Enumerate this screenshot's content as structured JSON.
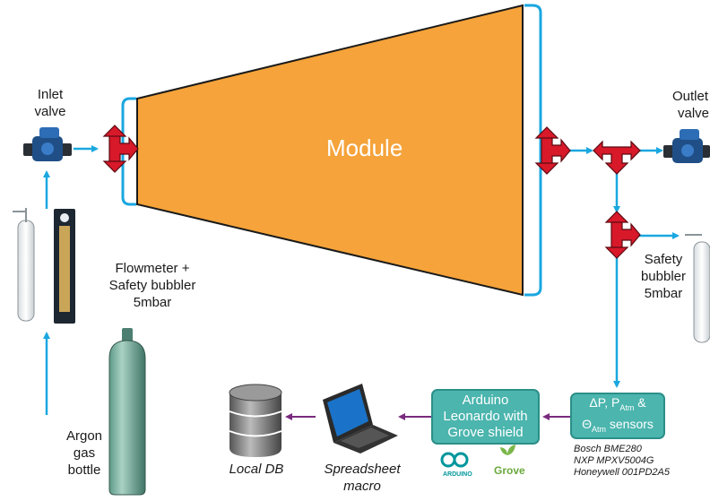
{
  "module": {
    "label": "Module"
  },
  "inlet": {
    "label_line1": "Inlet",
    "label_line2": "valve"
  },
  "outlet": {
    "label_line1": "Outlet",
    "label_line2": "valve"
  },
  "flowmeter": {
    "line1": "Flowmeter +",
    "line2": "Safety bubbler",
    "line3": "5mbar"
  },
  "safety": {
    "line1": "Safety",
    "line2": "bubbler",
    "line3": "5mbar"
  },
  "argon": {
    "line1": "Argon",
    "line2": "gas",
    "line3": "bottle"
  },
  "local_db": {
    "label": "Local DB"
  },
  "spreadsheet": {
    "line1": "Spreadsheet",
    "line2": "macro"
  },
  "arduino_box": {
    "line1": "Arduino",
    "line2": "Leonardo with",
    "line3": "Grove shield"
  },
  "sensors_box": {
    "sym1": "ΔP, P",
    "sub1": "Atm",
    "mid": " &",
    "sym2": "Θ",
    "sub2": "Atm",
    "end": " sensors"
  },
  "sensor_parts": [
    "Bosch BME280",
    "NXP MPXV5004G",
    "Honeywell 001PD2A5"
  ],
  "logos": {
    "arduino": "ARDUINO",
    "grove": "Grove"
  },
  "colors": {
    "module_fill": "#f5a33a",
    "line_blue": "#1aa7e0",
    "arrow_purple": "#7a2a7e",
    "tee_red": "#d7192a",
    "box_teal": "#4bb5ae"
  }
}
